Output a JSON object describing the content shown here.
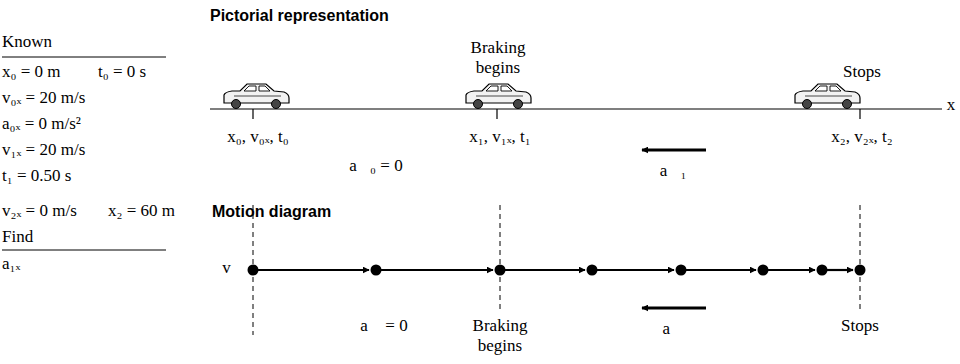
{
  "diagram": {
    "labels": [
      "Known",
      "x₀ = 0 m",
      "t₀ = 0 s",
      "v₀ₓ = 20 m/s",
      "a₀ₓ = 0 m/s²",
      "v₁ₓ = 20 m/s",
      "t₁ = 0.50 s",
      "v₂ₓ = 0 m/s",
      "x₂ = 60 m",
      "Find",
      "a₁ₓ",
      "Pictorial representation",
      "Braking begins",
      "Stops",
      "x",
      "x₀, v₀ₓ, t₀",
      "x₁, v₁ₓ, t₁",
      "x₂, v₂ₓ, t₂",
      "a⃗₀ = 0",
      "a⃗₁",
      "Motion diagram",
      "v⃗",
      "a⃗ = 0",
      "Braking begins",
      "a⃗",
      "Stops"
    ]
  }
}
